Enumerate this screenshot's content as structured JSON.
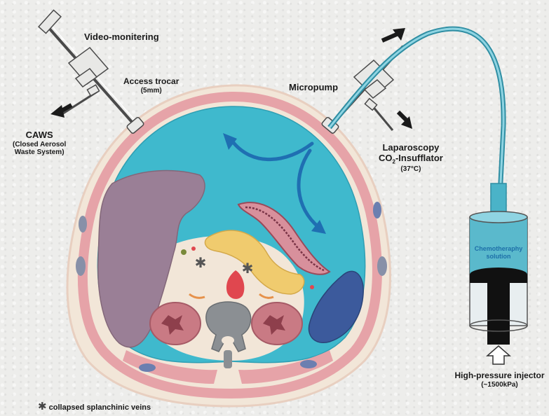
{
  "labels": {
    "video_monitoring": "Video-monitering",
    "access_trocar": "Access trocar",
    "access_trocar_size": "(5mm)",
    "caws": "CAWS",
    "caws_line1": "(Closed Aerosol",
    "caws_line2": "Waste System)",
    "micropump": "Micropump",
    "laparoscopy": "Laparoscopy",
    "co2_pre": "CO",
    "co2_sub": "2",
    "co2_post": "-Insufflator",
    "co2_temp": "(37°C)",
    "chemo_line1": "Chemotheraphy",
    "chemo_line2": "solution",
    "injector": "High-pressure injector",
    "injector_pressure": "(~1500kPa)",
    "legend_symbol": "✱",
    "legend_text": "collapsed splanchinic veins"
  },
  "colors": {
    "cavity": "#3fb9cd",
    "tube": "#4ab3c8",
    "arrow": "#1f6fb2",
    "liver": "#9a7f96",
    "pancreas": "#f0cb6e",
    "spleen": "#3c5a9c",
    "kidney": "#c97a84",
    "muscle": "#e6a3a8",
    "fat": "#f2e6d8",
    "vertebra": "#8b8f93"
  },
  "icons": [
    "arrow-icon",
    "asterisk-icon",
    "trocar-icon",
    "syringe-icon"
  ]
}
